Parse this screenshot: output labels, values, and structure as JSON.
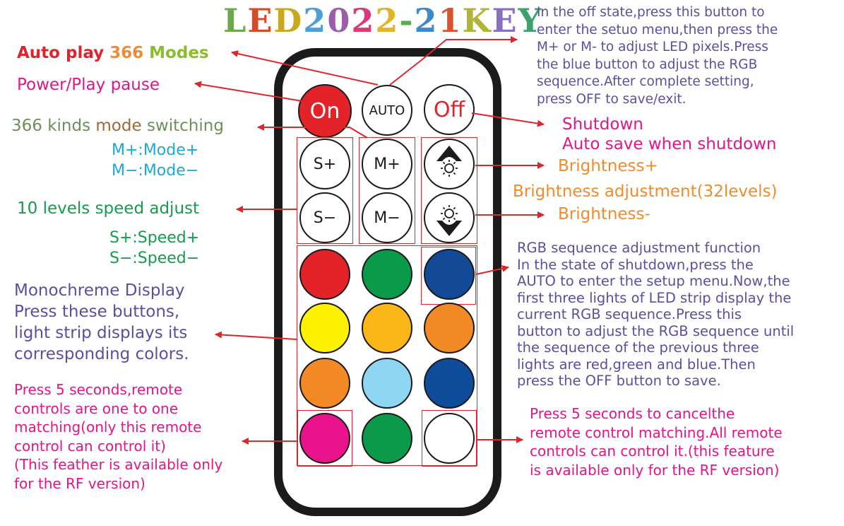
{
  "title": {
    "text": "LED2022-21KEY",
    "colors": [
      "#6ea84a",
      "#d94a2b",
      "#c9a81f",
      "#4f9fd6",
      "#9a5fa8",
      "#d93a7a",
      "#e0b52a",
      "#55b04c",
      "#3c8ac9",
      "#d9542c",
      "#b0b437",
      "#8a6fc0",
      "#3fa070"
    ]
  },
  "labels": {
    "auto_play": {
      "part1": "Auto play ",
      "part2": "366 ",
      "part3": "Modes"
    },
    "power": "Power/Play pause",
    "mode_switch": {
      "w1": "366 ",
      "w2": "kinds ",
      "w3": "mode ",
      "w4": "switching"
    },
    "mode_plus": "M+:Mode+",
    "mode_minus": "M−:Mode−",
    "speed_adjust": "10 levels speed adjust",
    "speed_plus": "S+:Speed+",
    "speed_minus": "S−:Speed−",
    "mono": "Monochreme Display\nPress these buttons,\nlight strip displays its\ncorresponding colors.",
    "match": "Press 5 seconds,remote\ncontrols are one to one\nmatching(only this remote\ncontrol can control it)\n(This feather is available only\nfor the RF version)",
    "setup": "In the off state,press this button to\nenter the setuo menu,then press the\nM+ or M- to adjust LED pixels.Press\nthe blue button to adjust the RGB\nsequence.After complete setting,\npress OFF to save/exit.",
    "shutdown": "Shutdown",
    "autosave": "Auto save when shutdown",
    "brightness_plus": "Brightness+",
    "brightness_adj": "Brightness adjustment(32levels)",
    "brightness_minus": "Brightness-",
    "rgb": "RGB sequence adjustment function\nIn the state of shutdown,press the\nAUTO to enter the setup menu.Now,the\nfirst three lights of LED strip display the\ncurrent RGB sequence.Press this\nbutton to adjust the RGB sequence until\nthe sequence of the previous three\nlights are red,green and blue.Then\npress the OFF button to save.",
    "cancel": "Press 5 seconds to cancelthe\nremote control matching.All remote\ncontrols can control it.(this feature\nis available only for the RF version)"
  },
  "buttons": {
    "on": "On",
    "auto": "AUTO",
    "off": "Off",
    "s_plus": "S+",
    "s_minus": "S−",
    "m_plus": "M+",
    "m_minus": "M−"
  },
  "color_buttons": [
    {
      "name": "red",
      "color": "#e3222a"
    },
    {
      "name": "green",
      "color": "#0a9a4a"
    },
    {
      "name": "blue",
      "color": "#124a98"
    },
    {
      "name": "yellow",
      "color": "#fff200"
    },
    {
      "name": "amber",
      "color": "#fbb617"
    },
    {
      "name": "orange",
      "color": "#f28a25"
    },
    {
      "name": "orange-2",
      "color": "#f48a25"
    },
    {
      "name": "light-blue",
      "color": "#8fd6f4"
    },
    {
      "name": "navy",
      "color": "#0f4c9a"
    },
    {
      "name": "magenta",
      "color": "#e9138c"
    },
    {
      "name": "green-2",
      "color": "#0a9a4a"
    },
    {
      "name": "white",
      "color": "#ffffff"
    }
  ],
  "colors": {
    "arrow": "#e0242b",
    "magenta": "#e0168a",
    "purple": "#5b4f9e",
    "orange": "#f08c2e",
    "green": "#1a9a4e",
    "cyan": "#1fa7d8",
    "mode_green": "#6f8f5a",
    "on_red": "#e3222a",
    "off_red": "#e0242b"
  }
}
